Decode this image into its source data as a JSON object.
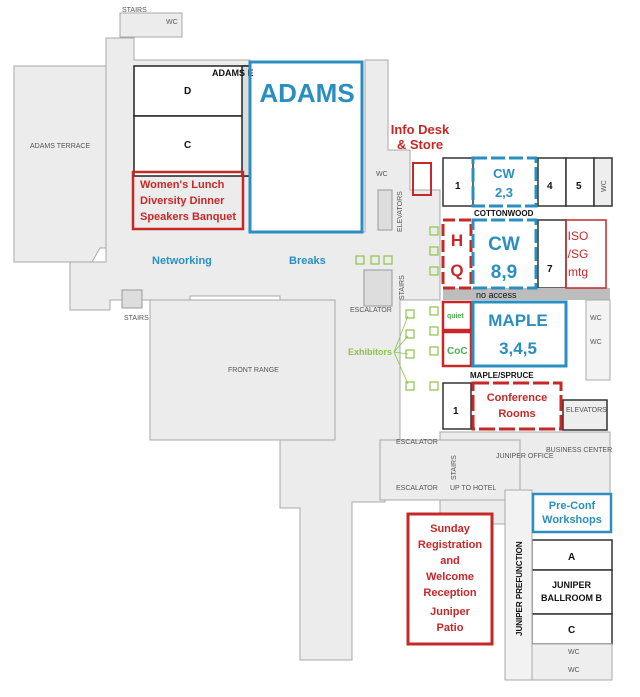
{
  "colors": {
    "blue": "#2a8fc0",
    "red": "#c62828",
    "green": "#8bc34a",
    "wall": "#bdbdbd",
    "dark": "#222222"
  },
  "plan": {
    "stairs_top": "STAIRS",
    "wc_top": "WC",
    "adams_terrace": "ADAMS TERRACE",
    "adams_e": "ADAMS E",
    "adams_d": "D",
    "adams_c": "C",
    "wc_mid": "WC",
    "elevators_mid": "ELEVATORS",
    "stairs_mid": "STAIRS",
    "cw_1": "1",
    "cw_4": "4",
    "cw_5": "5",
    "wc_right": "WC",
    "cottonwood": "COTTONWOOD",
    "cw_7": "7",
    "stairs_left": "STAIRS",
    "escalator_mid": "ESCALATOR",
    "front_range": "FRONT RANGE",
    "wc_maple1": "WC",
    "wc_maple2": "WC",
    "maple_spruce": "MAPLE/SPRUCE",
    "conf_1": "1",
    "elevators_right": "ELEVATORS",
    "escalator_low": "ESCALATOR",
    "stairs_low": "STAIRS",
    "escalator_bottom": "ESCALATOR",
    "up_to_hotel": "UP TO HOTEL",
    "juniper_office": "JUNIPER OFFICE",
    "business_center": "BUSINESS CENTER",
    "juniper_prefunction": "JUNIPER PREFUNCTION",
    "juniper_a": "A",
    "juniper_b_1": "JUNIPER",
    "juniper_b_2": "BALLROOM B",
    "juniper_c": "C",
    "wc_bottom1": "WC",
    "wc_bottom2": "WC"
  },
  "overlay": {
    "adams": "ADAMS",
    "info_desk_1": "Info Desk",
    "info_desk_2": "& Store",
    "cw23_1": "CW",
    "cw23_2": "2,3",
    "hq_h": "H",
    "hq_q": "Q",
    "cw89_1": "CW",
    "cw89_2": "8,9",
    "iso_1": "ISO",
    "iso_2": "/SG",
    "iso_3": "mtg",
    "no_access": "no access",
    "womens_1": "Women's Lunch",
    "womens_2": "Diversity Dinner",
    "womens_3": "Speakers Banquet",
    "networking": "Networking",
    "breaks": "Breaks",
    "quiet": "quiet",
    "coc": "CoC",
    "maple_1": "MAPLE",
    "maple_2": "3,4,5",
    "exhibitors": "Exhibitors",
    "conf_1": "Conference",
    "conf_2": "Rooms",
    "preconf_1": "Pre-Conf",
    "preconf_2": "Workshops",
    "sunday_1": "Sunday",
    "sunday_2": "Registration",
    "sunday_3": "and",
    "sunday_4": "Welcome",
    "sunday_5": "Reception",
    "sunday_6": "Juniper",
    "sunday_7": "Patio"
  }
}
